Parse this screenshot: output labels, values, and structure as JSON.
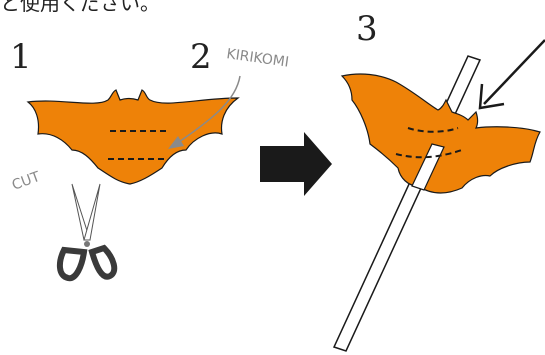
{
  "top_text": "と使用ください。",
  "step1_number": "1",
  "step2_number": "2",
  "step3_number": "3",
  "kirikomi_label": "KIRIKOMI",
  "cut_label": "CUT",
  "colors": {
    "bat_orange": "#ee8208",
    "outline": "#1a1a1a",
    "annotation_gray": "#8a8a8a",
    "arrow_fill": "#1a1a1a"
  },
  "icons": [
    "scissors-icon",
    "right-arrow-icon",
    "curved-arrow-icon",
    "straw-icon",
    "bat-shape-icon"
  ]
}
